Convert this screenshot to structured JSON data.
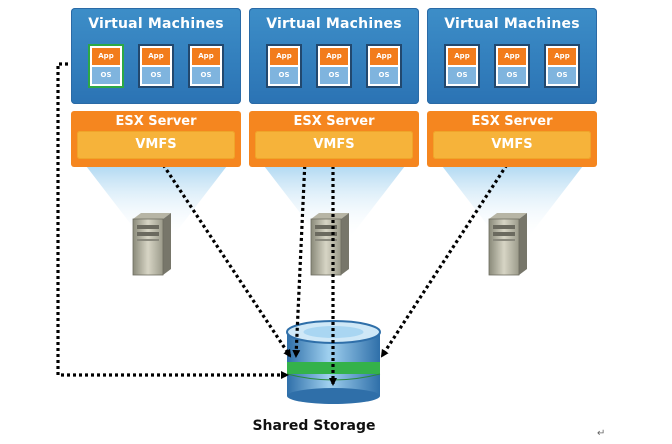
{
  "hosts": [
    {
      "vm_panel_title": "Virtual Machines",
      "vms": [
        {
          "app_label": "App",
          "os_label": "OS",
          "selected": true
        },
        {
          "app_label": "App",
          "os_label": "OS",
          "selected": false
        },
        {
          "app_label": "App",
          "os_label": "OS",
          "selected": false
        }
      ],
      "server_title": "ESX Server",
      "filesystem_label": "VMFS"
    },
    {
      "vm_panel_title": "Virtual Machines",
      "vms": [
        {
          "app_label": "App",
          "os_label": "OS",
          "selected": false
        },
        {
          "app_label": "App",
          "os_label": "OS",
          "selected": false
        },
        {
          "app_label": "App",
          "os_label": "OS",
          "selected": false
        }
      ],
      "server_title": "ESX Server",
      "filesystem_label": "VMFS"
    },
    {
      "vm_panel_title": "Virtual Machines",
      "vms": [
        {
          "app_label": "App",
          "os_label": "OS",
          "selected": false
        },
        {
          "app_label": "App",
          "os_label": "OS",
          "selected": false
        },
        {
          "app_label": "App",
          "os_label": "OS",
          "selected": false
        }
      ],
      "server_title": "ESX Server",
      "filesystem_label": "VMFS"
    }
  ],
  "storage": {
    "label": "Shared Storage"
  },
  "misc": {
    "return_mark": "↵"
  },
  "colors": {
    "vm_panel": "#2b73b4",
    "esx_panel": "#f5861f",
    "vmfs_bar": "#f6b33a",
    "app_block": "#f27c1c",
    "os_block": "#7fb4de",
    "selected_vm_border": "#2ca845",
    "storage_band": "#34b24a",
    "arrow": "#000000"
  },
  "icons": {
    "server": "server-tower-icon",
    "storage": "database-cylinder-icon"
  }
}
